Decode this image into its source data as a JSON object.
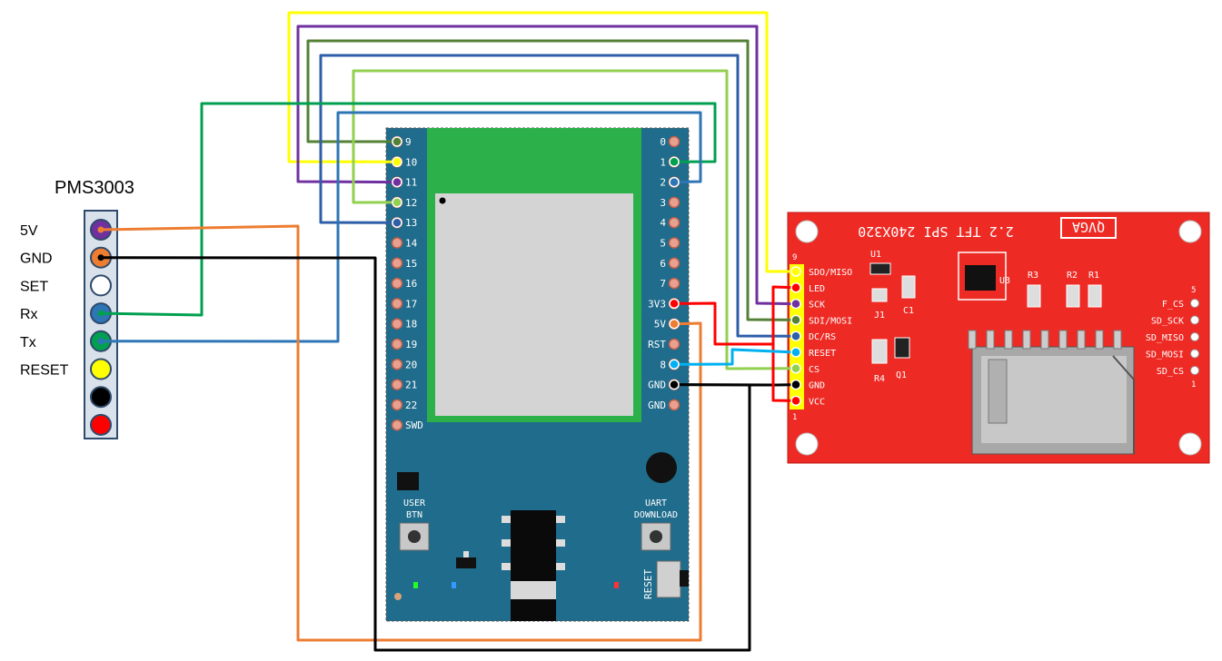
{
  "pms": {
    "title": "PMS3003",
    "pins": [
      {
        "label": "5V",
        "color": "#7030a0"
      },
      {
        "label": "GND",
        "color": "#ed7d31"
      },
      {
        "label": "SET",
        "color": "#ffffff"
      },
      {
        "label": "Rx",
        "color": "#2e75b6"
      },
      {
        "label": "Tx",
        "color": "#00a050"
      },
      {
        "label": "RESET",
        "color": "#ffff00"
      },
      {
        "label": "",
        "color": "#000000"
      },
      {
        "label": "",
        "color": "#ff0000"
      }
    ]
  },
  "board": {
    "left_pins": [
      "9",
      "10",
      "11",
      "12",
      "13",
      "14",
      "15",
      "16",
      "17",
      "18",
      "19",
      "20",
      "21",
      "22",
      "SWD"
    ],
    "right_pins": [
      "0",
      "1",
      "2",
      "3",
      "4",
      "5",
      "6",
      "7",
      "3V3",
      "5V",
      "RST",
      "8",
      "GND",
      "GND"
    ],
    "user_btn": [
      "USER",
      "BTN"
    ],
    "uart_btn": [
      "UART",
      "DOWNLOAD"
    ],
    "reset_label": "RESET"
  },
  "tft": {
    "title": "2.2 TFT SPI 240X320",
    "brand": "QVGA",
    "pins": [
      "SDO/MISO",
      "LED",
      "SCK",
      "SDI/MOSI",
      "DC/RS",
      "RESET",
      "CS",
      "GND",
      "VCC"
    ],
    "pin_num_top": "9",
    "pin_num_bottom": "1",
    "sd_pins": [
      "F_CS",
      "SD_SCK",
      "SD_MISO",
      "SD_MOSI",
      "SD_CS"
    ],
    "sd_num_top": "5",
    "sd_num_bottom": "1",
    "parts": [
      "U1",
      "J1",
      "C1",
      "Q1",
      "R4",
      "U3",
      "R3",
      "R2",
      "R1"
    ]
  },
  "colors": {
    "yellow": "#ffff00",
    "purple": "#7030a0",
    "dark_green": "#538135",
    "blue": "#2e5ea8",
    "light_green": "#92d050",
    "green": "#00a050",
    "steel_blue": "#2e75b6",
    "orange": "#ed7d31",
    "black": "#000000",
    "red": "#ff0000",
    "cyan": "#00b0f0",
    "board_blue": "#1f6c8c",
    "tft_red": "#ee2a24"
  }
}
